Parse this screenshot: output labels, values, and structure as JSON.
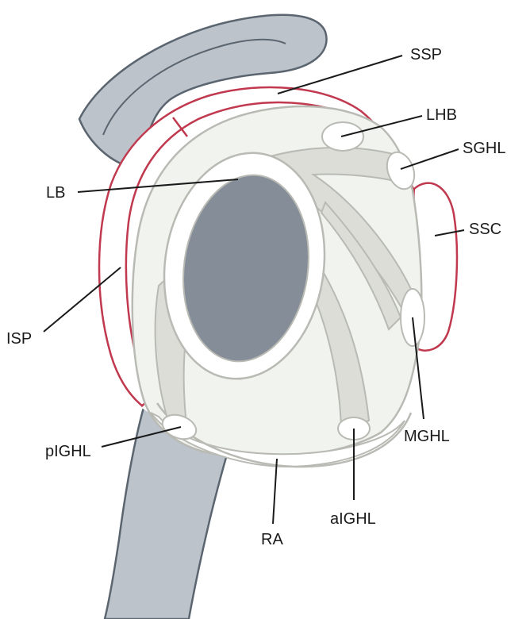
{
  "diagram": {
    "labels": {
      "ssp": "SSP",
      "lhb": "LHB",
      "sghl": "SGHL",
      "lb": "LB",
      "ssc": "SSC",
      "isp": "ISP",
      "mghl": "MGHL",
      "pighl": "pIGHL",
      "aighl": "aIGHL",
      "ra": "RA"
    },
    "colors": {
      "bone": "#bcc3cb",
      "bone_outline": "#5b6570",
      "glenoid": "#848d98",
      "labrum_fill": "#f1f3ee",
      "ligament_fill": "#dcddd7",
      "ligament_outline": "#b9bab4",
      "tendon_outline": "#c0394e",
      "line": "#1a1a1a"
    }
  }
}
